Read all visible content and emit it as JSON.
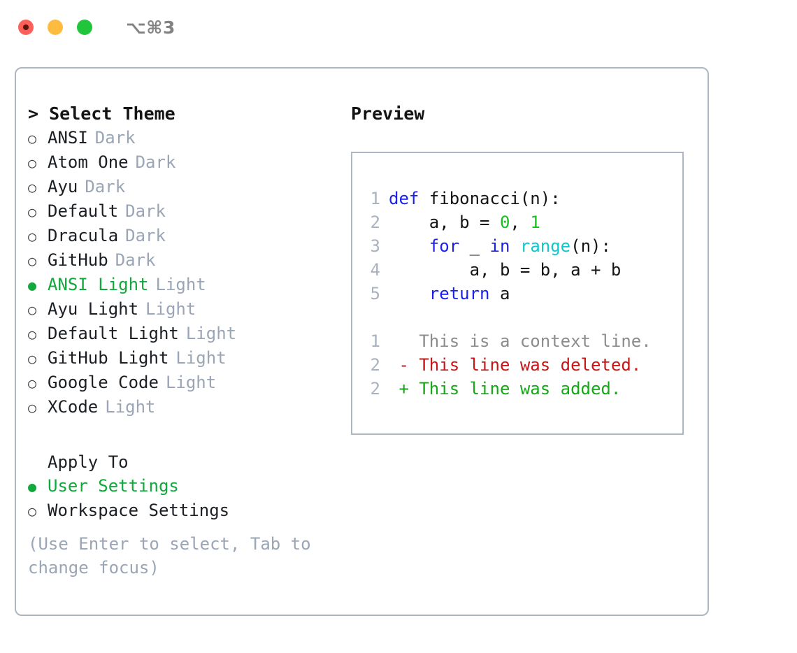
{
  "window": {
    "title": "⌥⌘3",
    "traffic_lights": [
      "close-red",
      "minimize-yellow",
      "zoom-green"
    ]
  },
  "left_panel": {
    "header": "> Select Theme",
    "themes": [
      {
        "bullet": "○",
        "name": "ANSI",
        "suffix": "Dark",
        "selected": false
      },
      {
        "bullet": "○",
        "name": "Atom One",
        "suffix": "Dark",
        "selected": false
      },
      {
        "bullet": "○",
        "name": "Ayu",
        "suffix": "Dark",
        "selected": false
      },
      {
        "bullet": "○",
        "name": "Default",
        "suffix": "Dark",
        "selected": false
      },
      {
        "bullet": "○",
        "name": "Dracula",
        "suffix": "Dark",
        "selected": false
      },
      {
        "bullet": "○",
        "name": "GitHub",
        "suffix": "Dark",
        "selected": false
      },
      {
        "bullet": "●",
        "name": "ANSI Light",
        "suffix": "Light",
        "selected": true
      },
      {
        "bullet": "○",
        "name": "Ayu Light",
        "suffix": "Light",
        "selected": false
      },
      {
        "bullet": "○",
        "name": "Default Light",
        "suffix": "Light",
        "selected": false
      },
      {
        "bullet": "○",
        "name": "GitHub Light",
        "suffix": "Light",
        "selected": false
      },
      {
        "bullet": "○",
        "name": "Google Code",
        "suffix": "Light",
        "selected": false
      },
      {
        "bullet": "○",
        "name": "XCode",
        "suffix": "Light",
        "selected": false
      }
    ],
    "apply_to_label": "Apply To",
    "apply_to_options": [
      {
        "bullet": "●",
        "name": "User Settings",
        "selected": true
      },
      {
        "bullet": "○",
        "name": "Workspace Settings",
        "selected": false
      }
    ],
    "hint": "(Use Enter to select, Tab to change focus)"
  },
  "right_panel": {
    "title": "Preview",
    "code_lines": [
      {
        "no": "1",
        "tokens": [
          {
            "t": "def ",
            "c": "tk-kw"
          },
          {
            "t": "fibonacci(n):",
            "c": "tk-txt"
          }
        ]
      },
      {
        "no": "2",
        "tokens": [
          {
            "t": "    a, b = ",
            "c": "tk-txt"
          },
          {
            "t": "0",
            "c": "tk-num"
          },
          {
            "t": ", ",
            "c": "tk-txt"
          },
          {
            "t": "1",
            "c": "tk-num"
          }
        ]
      },
      {
        "no": "3",
        "tokens": [
          {
            "t": "    ",
            "c": "tk-txt"
          },
          {
            "t": "for",
            "c": "tk-kw"
          },
          {
            "t": " _ ",
            "c": "tk-txt"
          },
          {
            "t": "in",
            "c": "tk-kw"
          },
          {
            "t": " ",
            "c": "tk-txt"
          },
          {
            "t": "range",
            "c": "tk-fn"
          },
          {
            "t": "(n):",
            "c": "tk-txt"
          }
        ]
      },
      {
        "no": "4",
        "tokens": [
          {
            "t": "        a, b = b, a + b",
            "c": "tk-txt"
          }
        ]
      },
      {
        "no": "5",
        "tokens": [
          {
            "t": "    ",
            "c": "tk-txt"
          },
          {
            "t": "return",
            "c": "tk-kw"
          },
          {
            "t": " a",
            "c": "tk-txt"
          }
        ]
      }
    ],
    "diff_lines": [
      {
        "no": "1",
        "tokens": [
          {
            "t": "   This is a context line.",
            "c": "tk-ctx"
          }
        ]
      },
      {
        "no": "2",
        "tokens": [
          {
            "t": " - This line was deleted.",
            "c": "tk-del"
          }
        ]
      },
      {
        "no": "2",
        "tokens": [
          {
            "t": " + This line was added.",
            "c": "tk-add"
          }
        ]
      }
    ]
  },
  "colors": {
    "accent_green": "#11a83c",
    "muted_gray": "#9aa5b5",
    "border": "#aeb6c2",
    "keyword_blue": "#1a21e8",
    "function_cyan": "#0fc7cf",
    "number_green": "#14c21c",
    "diff_add": "#14a814",
    "diff_del": "#c81414",
    "traffic_red": "#fc6058",
    "traffic_yellow": "#fdbc40",
    "traffic_green": "#21c53b"
  }
}
